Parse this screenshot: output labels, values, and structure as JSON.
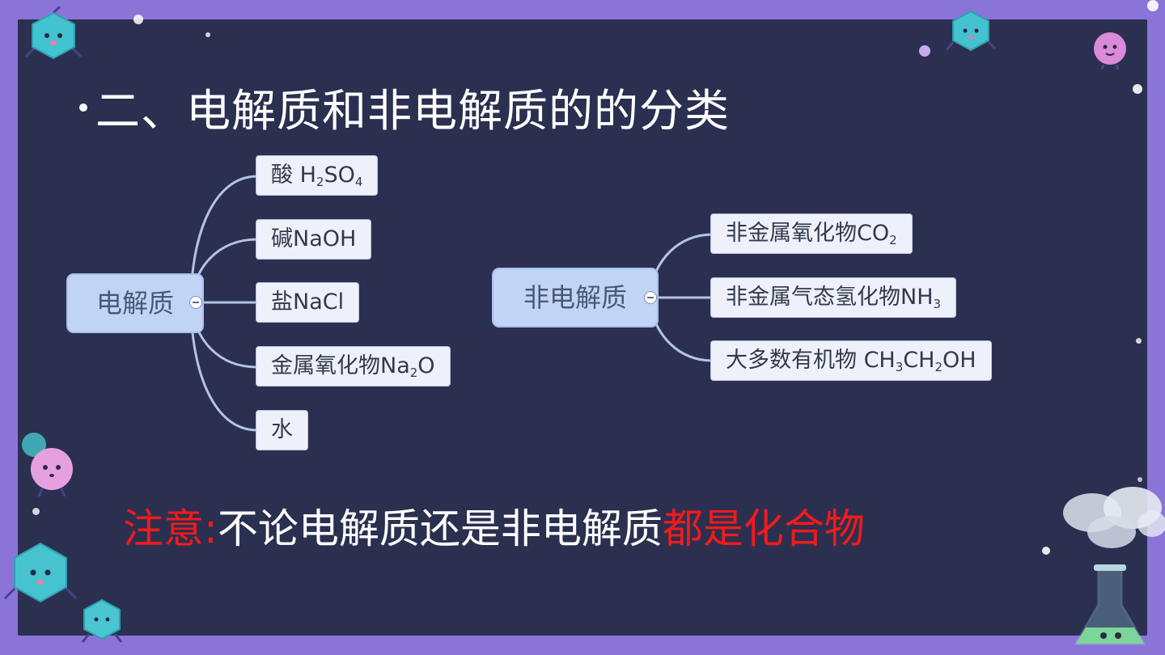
{
  "title": "二、电解质和非电解质的的分类",
  "electrolyte": {
    "root": "电解质",
    "children": [
      {
        "text": "酸 H",
        "sub1": "2",
        "mid": "SO",
        "sub2": "4"
      },
      {
        "text": "碱NaOH"
      },
      {
        "text": "盐NaCl"
      },
      {
        "text": "金属氧化物Na",
        "sub1": "2",
        "mid": "O"
      },
      {
        "text": "水"
      }
    ]
  },
  "non_electrolyte": {
    "root": "非电解质",
    "children": [
      {
        "text": "非金属氧化物CO",
        "sub1": "2"
      },
      {
        "text": "非金属气态氢化物NH",
        "sub1": "3"
      },
      {
        "text": "大多数有机物 CH",
        "sub1": "3",
        "mid": "CH",
        "sub2": "2",
        "tail": "OH"
      }
    ]
  },
  "note": {
    "label": "注意:",
    "body": "不论电解质还是非电解质",
    "emphasis": "都是化合物"
  },
  "colors": {
    "frame": "#8a74d8",
    "board": "#2b3050",
    "node": "#eef1fa",
    "root_node": "#c2d4f6",
    "connector": "#b4c3e4",
    "note_red": "#f01b1b"
  }
}
